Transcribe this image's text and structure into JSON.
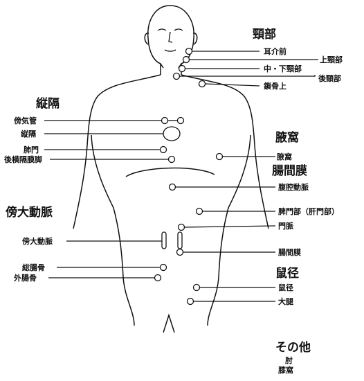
{
  "sections": {
    "neck": "頸部",
    "mediastinum": "縦隔",
    "axilla": "腋窩",
    "mesentery": "腸間膜",
    "paraaortic": "傍大動脈",
    "inguinal": "鼠径",
    "other": "その他"
  },
  "labels": {
    "preauricular": "耳介前",
    "upper_neck": "上頸部",
    "mid_lower_neck": "中・下頸部",
    "posterior_neck": "後頸部",
    "supraclavicular": "鎖骨上",
    "paratracheal": "傍気管",
    "mediastinal": "縦隔",
    "hilar": "肺門",
    "retrocrural": "後横隔膜脚",
    "axillary": "腋窩",
    "celiac": "腹腔動脈",
    "splenic_hilum": "脾門部（肝門部）",
    "portal": "門脈",
    "mesenteric": "腸間膜",
    "paraaortic": "傍大動脈",
    "common_iliac": "総腸骨",
    "external_iliac": "外腸骨",
    "inguinal": "鼠径",
    "femoral": "大腿",
    "elbow": "肘",
    "popliteal": "膝窩"
  }
}
